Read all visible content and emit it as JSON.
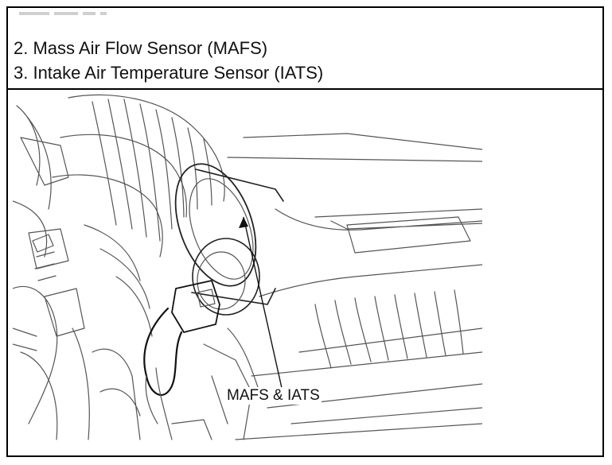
{
  "header": {
    "faint_text": "",
    "item_2": "2. Mass Air Flow Sensor (MAFS)",
    "item_3": "3. Intake Air Temperature Sensor (IATS)"
  },
  "figure": {
    "callout_label": "MAFS & IATS"
  }
}
